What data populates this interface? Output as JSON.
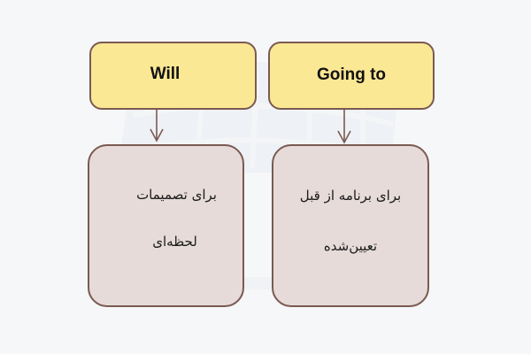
{
  "diagram": {
    "nodes": [
      {
        "id": "will",
        "label": "Will",
        "type": "header",
        "fill": "#fbe894"
      },
      {
        "id": "going_to",
        "label": "Going to",
        "type": "header",
        "fill": "#fbe894"
      },
      {
        "id": "will_desc",
        "lines": [
          "برای تصمیمات",
          "لحظه‌ای"
        ],
        "type": "description",
        "fill": "#e6dbd8"
      },
      {
        "id": "going_to_desc",
        "lines": [
          "برای برنامه از قبل",
          "تعیین‌شده"
        ],
        "type": "description",
        "fill": "#e6dbd8"
      }
    ],
    "edges": [
      {
        "from": "will",
        "to": "will_desc"
      },
      {
        "from": "going_to",
        "to": "going_to_desc"
      }
    ],
    "colors": {
      "background": "#f6f7f9",
      "border": "#7a5a52",
      "arrow": "#7a5a52",
      "text": "#111111"
    }
  }
}
